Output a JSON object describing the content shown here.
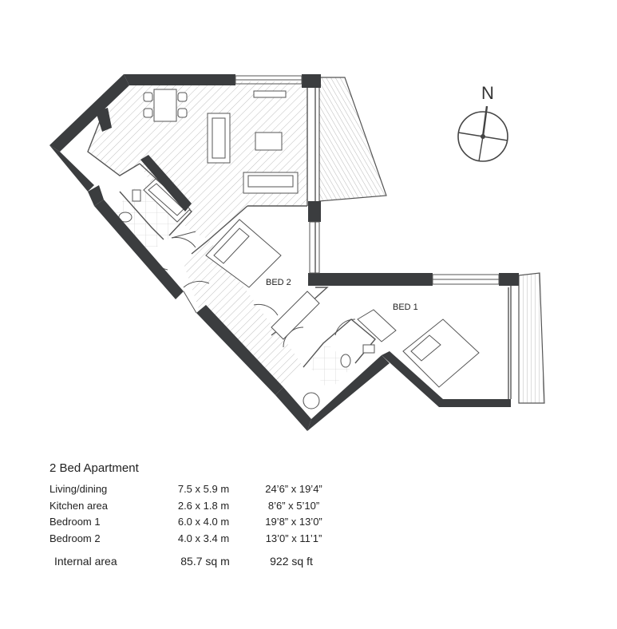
{
  "rooms": {
    "bed1": "BED 1",
    "bed2": "BED 2"
  },
  "compass": {
    "label": "N",
    "icon": "north-arrow-icon"
  },
  "schedule": {
    "title": "2 Bed Apartment",
    "rows": [
      {
        "name": "Living/dining",
        "metric": "7.5 x 5.9 m",
        "imperial": "24’6” x 19’4”"
      },
      {
        "name": "Kitchen area",
        "metric": "2.6 x 1.8 m",
        "imperial": "8’6” x 5’10”"
      },
      {
        "name": "Bedroom 1",
        "metric": "6.0 x 4.0 m",
        "imperial": "19’8” x 13’0”"
      },
      {
        "name": "Bedroom 2",
        "metric": "4.0 x 3.4 m",
        "imperial": "13’0” x 11’1”"
      }
    ],
    "internal": {
      "name": "Internal area",
      "metric": "85.7 sq m",
      "imperial": "922 sq ft"
    }
  },
  "colors": {
    "wall": "#3b3d3f",
    "line": "#555555",
    "hatch": "#9a9a9a",
    "background": "#ffffff"
  }
}
